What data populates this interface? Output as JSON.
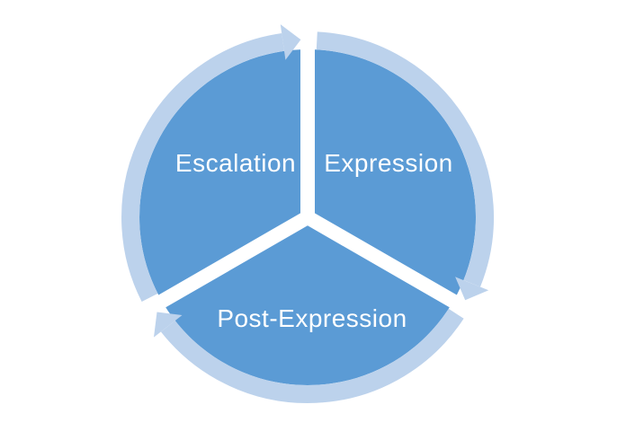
{
  "diagram": {
    "type": "cycle",
    "direction": "clockwise",
    "stages": [
      {
        "label": "Escalation"
      },
      {
        "label": "Expression"
      },
      {
        "label": "Post-Expression"
      }
    ],
    "colors": {
      "segment_fill": "#5B9BD5",
      "arrow_ring": "#BCD2EC",
      "label_text": "#FFFFFF",
      "background": "#FFFFFF"
    }
  }
}
